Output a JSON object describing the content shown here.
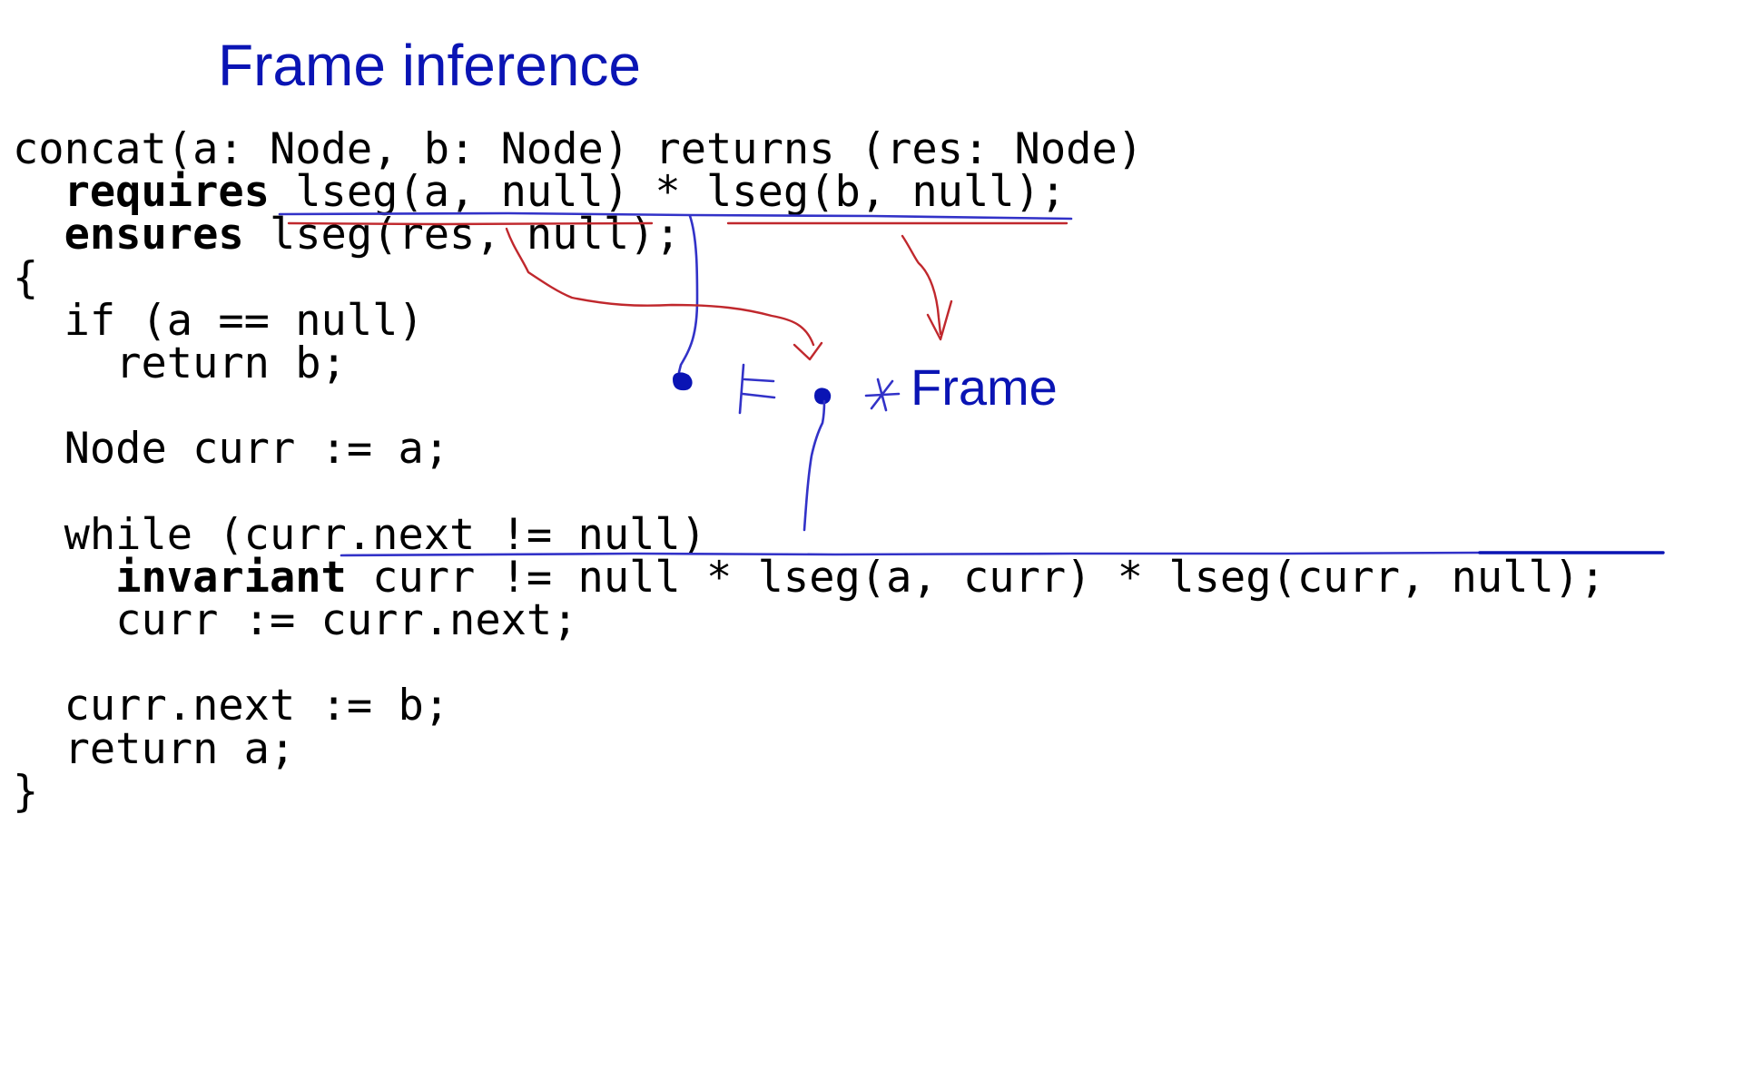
{
  "slide": {
    "title": "Frame inference",
    "annotation_label": "Frame"
  },
  "code": {
    "signature": "concat(a: Node, b: Node) returns (res: Node)",
    "requires_keyword": "requires",
    "requires_clause": " lseg(a, null) * lseg(b, null);",
    "ensures_keyword": "ensures",
    "ensures_clause": " lseg(res, null);",
    "open_brace": "{",
    "if_line": "if (a == null)",
    "return_b_line": "return b;",
    "decl_line": "Node curr := a;",
    "while_line": "while (curr.next != null)",
    "invariant_keyword": "invariant",
    "invariant_clause": " curr != null * lseg(a, curr) * lseg(curr, null);",
    "loop_body_line": "curr := curr.next;",
    "assign_line": "curr.next := b;",
    "return_a_line": "return a;",
    "close_brace": "}"
  },
  "colors": {
    "ink_blue": "#0a14b4",
    "pen_blue": "#3232c8",
    "pen_red": "#c0282d",
    "code_text": "#000000"
  },
  "icons": {
    "entailment": "models-turnstile-icon",
    "separating_conjunction": "star-icon",
    "placeholder": "filled-dot-icon"
  }
}
